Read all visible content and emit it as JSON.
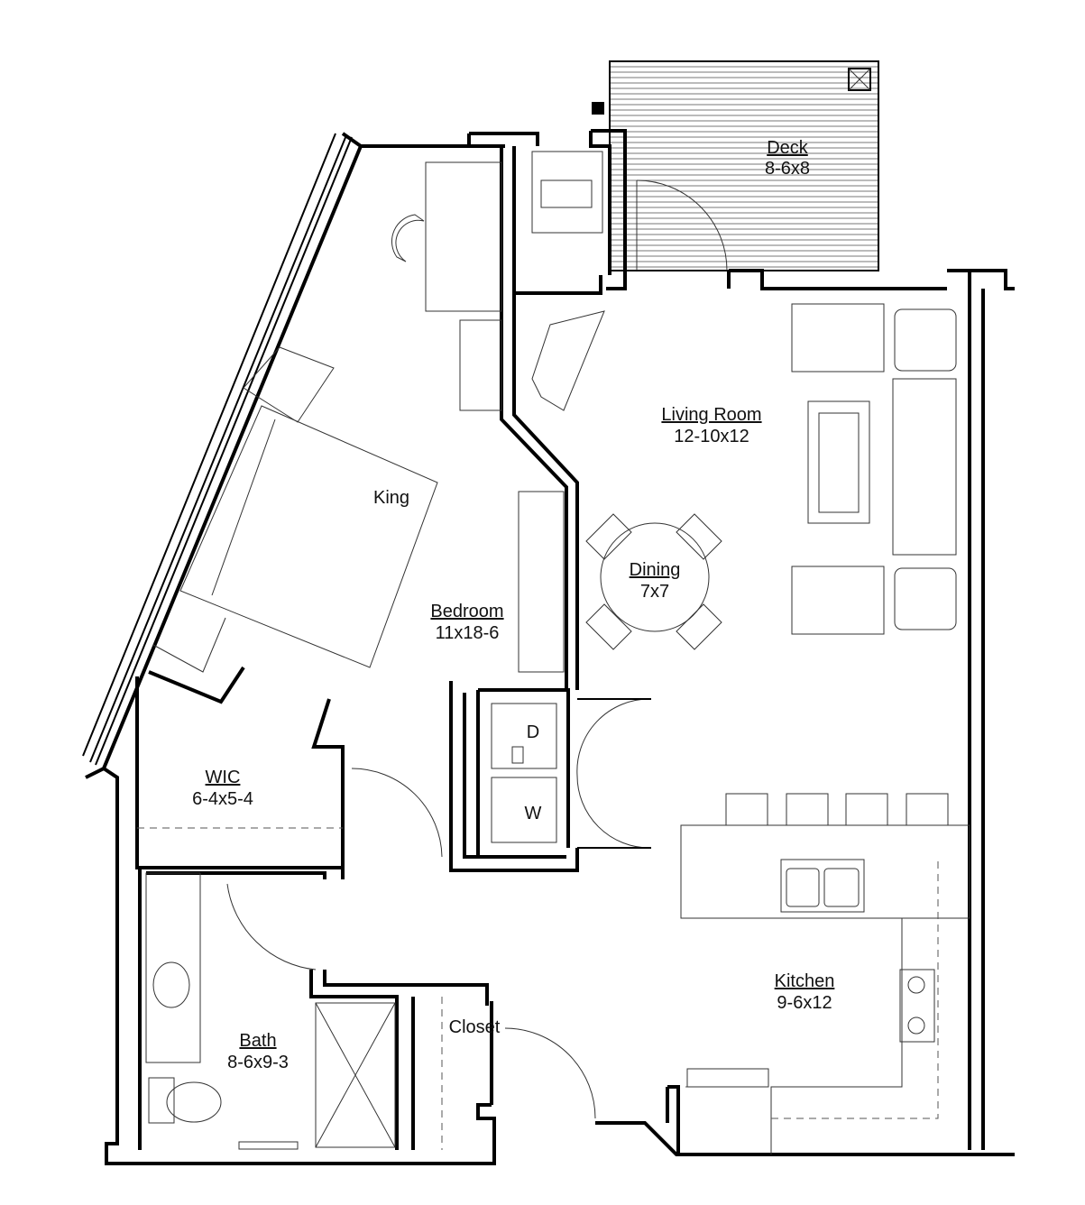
{
  "plan": {
    "rooms": {
      "deck": {
        "name": "Deck",
        "size": "8-6x8"
      },
      "living": {
        "name": "Living Room",
        "size": "12-10x12"
      },
      "dining": {
        "name": "Dining",
        "size": "7x7"
      },
      "bedroom": {
        "name": "Bedroom",
        "size": "11x18-6"
      },
      "wic": {
        "name": "WIC",
        "size": "6-4x5-4"
      },
      "kitchen": {
        "name": "Kitchen",
        "size": "9-6x12"
      },
      "bath": {
        "name": "Bath",
        "size": "8-6x9-3"
      },
      "closet": {
        "name": "Closet"
      }
    },
    "fixtures": {
      "bed": "King",
      "dryer": "D",
      "washer": "W"
    }
  }
}
